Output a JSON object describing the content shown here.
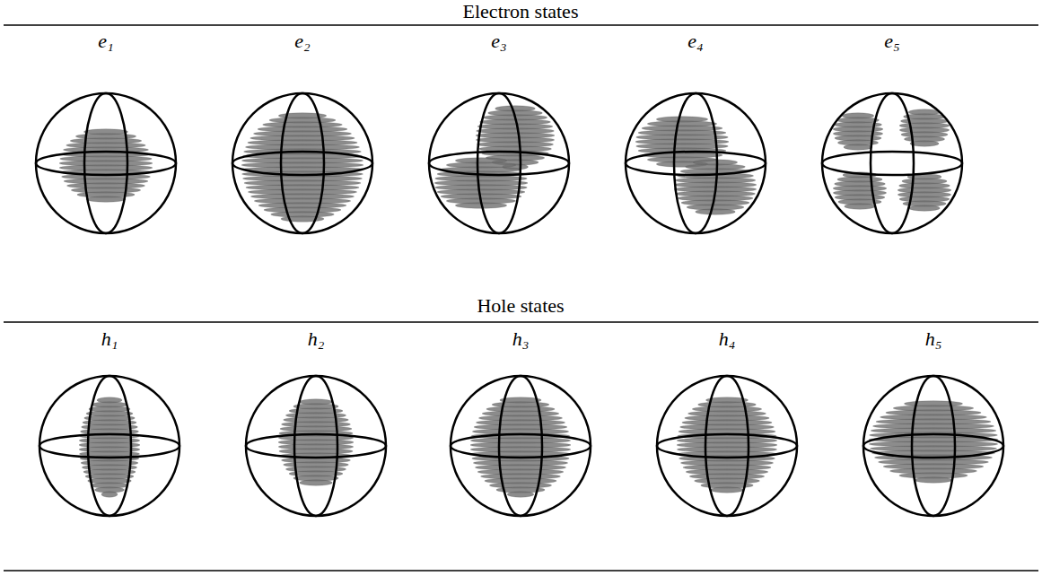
{
  "diagram": {
    "labels": [
      "Electron states",
      "e₁",
      "e₂",
      "e₃",
      "e₄",
      "e₅",
      "Hole states",
      "h₁",
      "h₂",
      "h₃",
      "h₄",
      "h₅"
    ]
  }
}
